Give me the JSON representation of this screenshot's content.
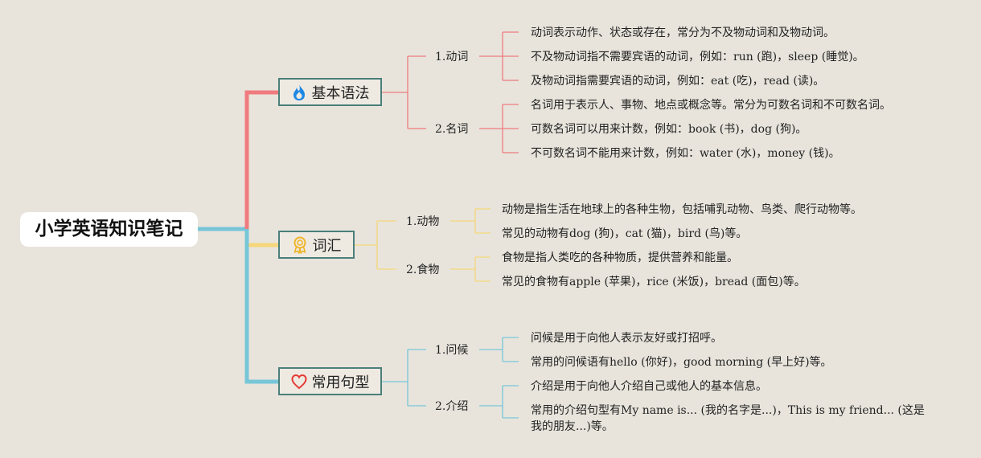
{
  "root": {
    "label": "小学英语知识笔记"
  },
  "colors": {
    "red": "#ef7b7e",
    "yellow": "#f5d67a",
    "blue": "#77c6d8",
    "border": "#4a7f7a"
  },
  "branches": [
    {
      "label": "基本语法",
      "icon": "fire-icon",
      "subs": [
        {
          "label": "1.动词",
          "leaves": [
            "动词表示动作、状态或存在，常分为不及物动词和及物动词。",
            "不及物动词指不需要宾语的动词，例如：run (跑)，sleep (睡觉)。",
            "及物动词指需要宾语的动词，例如：eat (吃)，read (读)。"
          ]
        },
        {
          "label": "2.名词",
          "leaves": [
            "名词用于表示人、事物、地点或概念等。常分为可数名词和不可数名词。",
            "可数名词可以用来计数，例如：book (书)，dog (狗)。",
            "不可数名词不能用来计数，例如：water (水)，money (钱)。"
          ]
        }
      ]
    },
    {
      "label": "词汇",
      "icon": "award-icon",
      "subs": [
        {
          "label": "1.动物",
          "leaves": [
            "动物是指生活在地球上的各种生物，包括哺乳动物、鸟类、爬行动物等。",
            "常见的动物有dog (狗)，cat (猫)，bird (鸟)等。"
          ]
        },
        {
          "label": "2.食物",
          "leaves": [
            "食物是指人类吃的各种物质，提供营养和能量。",
            "常见的食物有apple (苹果)，rice (米饭)，bread (面包)等。"
          ]
        }
      ]
    },
    {
      "label": "常用句型",
      "icon": "heart-icon",
      "subs": [
        {
          "label": "1.问候",
          "leaves": [
            "问候是用于向他人表示友好或打招呼。",
            "常用的问候语有hello (你好)，good morning (早上好)等。"
          ]
        },
        {
          "label": "2.介绍",
          "leaves": [
            "介绍是用于向他人介绍自己或他人的基本信息。",
            "常用的介绍句型有My name is... (我的名字是...)，This is my friend... (这是我的朋友...)等。"
          ]
        }
      ]
    }
  ]
}
